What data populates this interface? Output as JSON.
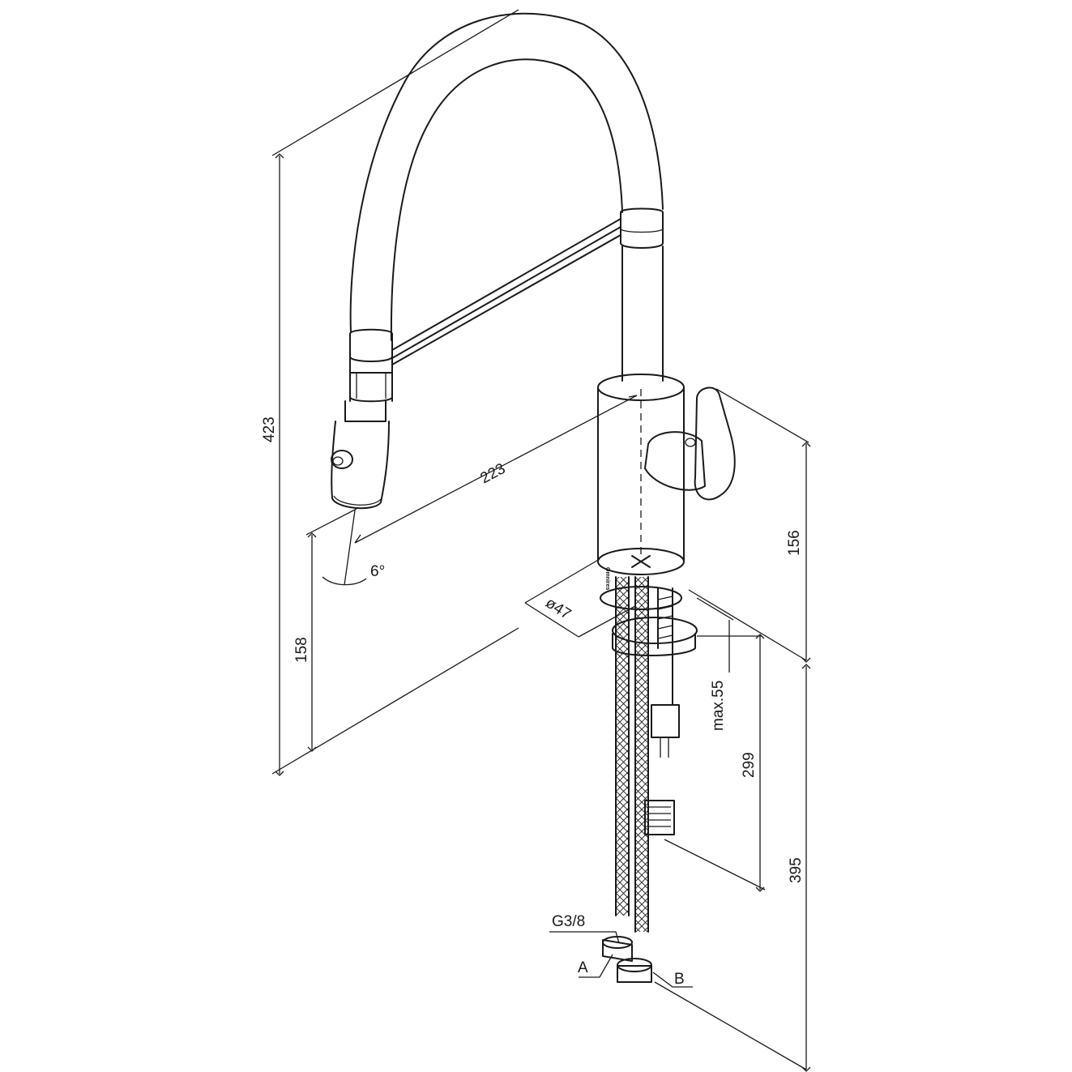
{
  "dimensions": {
    "total_height": "423",
    "spout_reach": "223",
    "spray_height": "158",
    "spray_angle": "6°",
    "base_diameter": "ø47",
    "body_height": "156",
    "max_deck_thickness": "max.55",
    "hose_299": "299",
    "hose_395": "395",
    "connection_thread": "G3/8"
  },
  "connections": {
    "a": "A",
    "b": "B"
  },
  "brand_mark": "Omnires"
}
